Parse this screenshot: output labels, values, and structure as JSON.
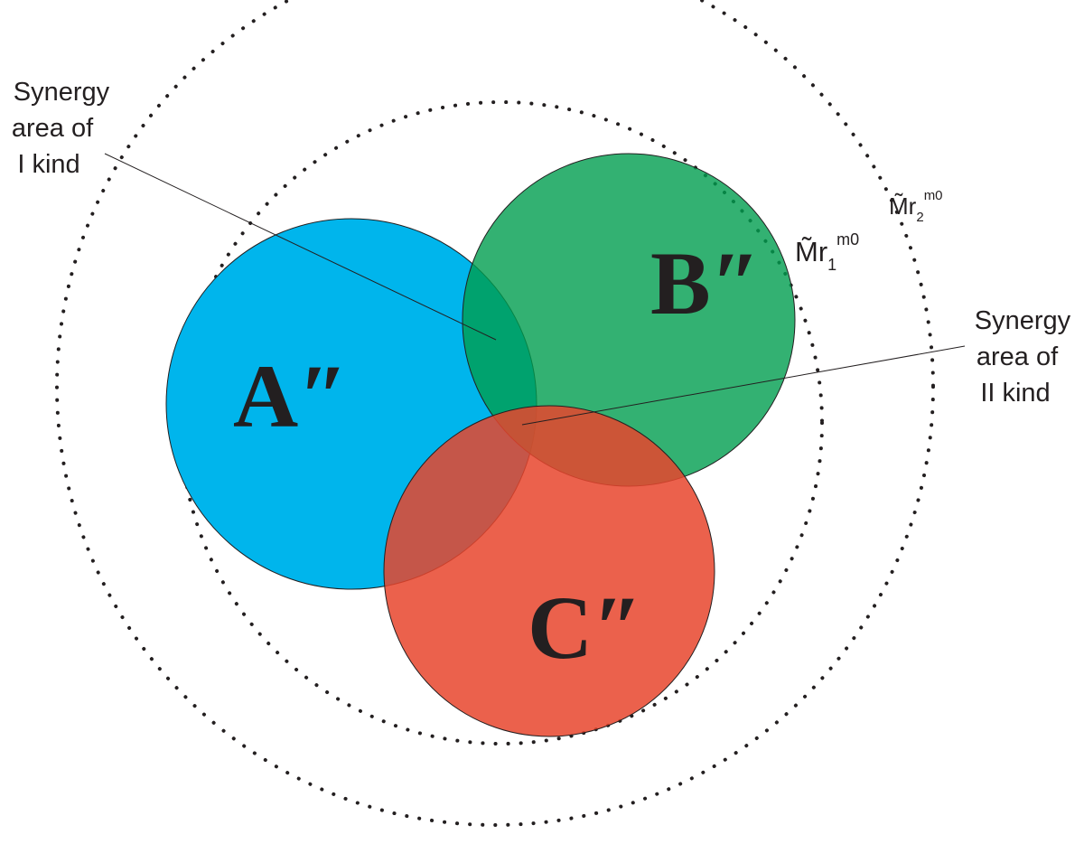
{
  "sets": {
    "a": {
      "label": "A″",
      "color": "#00b5ec"
    },
    "b": {
      "label": "B″",
      "color": "#009e4f"
    },
    "c": {
      "label": "C″",
      "color": "#e8452d"
    }
  },
  "callouts": {
    "kind1": {
      "line1": "Synergy",
      "line2": "area of",
      "line3": "I kind"
    },
    "kind2": {
      "line1": "Synergy",
      "line2": "area of",
      "line3": "II kind"
    }
  },
  "boundaries": {
    "inner": {
      "base": "M̃",
      "sub_letter": "r",
      "sub_index": "1",
      "sup": "m0"
    },
    "outer": {
      "base": "M̃",
      "sub_letter": "r",
      "sub_index": "2",
      "sup": "m0"
    }
  }
}
